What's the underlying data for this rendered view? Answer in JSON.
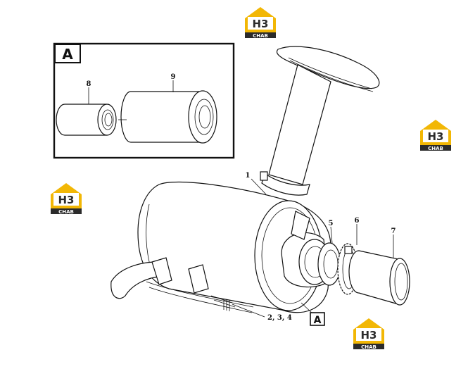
{
  "detail_box": {
    "label": "A"
  },
  "callouts": {
    "c1": "1",
    "c234": "2, 3, 4",
    "c5": "5",
    "c6": "6",
    "c7": "7",
    "c8": "8",
    "c9": "9"
  },
  "detail_ref": {
    "label": "A"
  },
  "logos": [
    {
      "mark": "H3",
      "sub": "CHAB"
    },
    {
      "mark": "H3",
      "sub": "CHAB"
    },
    {
      "mark": "H3",
      "sub": "CHAB"
    },
    {
      "mark": "H3",
      "sub": "CHAB"
    }
  ],
  "colors": {
    "logo_gold": "#f2b705",
    "logo_dark": "#2b2b2b",
    "line": "#111111"
  }
}
